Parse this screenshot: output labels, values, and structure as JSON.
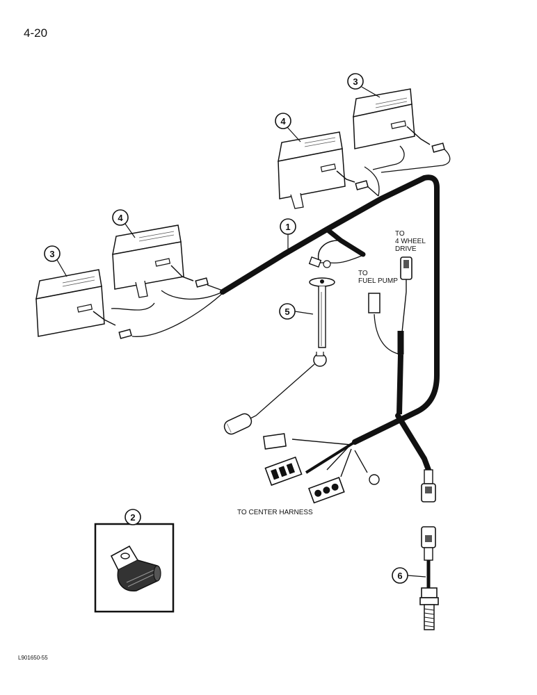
{
  "page": {
    "number": "4-20",
    "code": "L901650-55"
  },
  "callouts": [
    "1",
    "2",
    "3",
    "3",
    "4",
    "4",
    "5",
    "6"
  ],
  "labels": {
    "to_4wd_1": "TO",
    "to_4wd_2": "4 WHEEL",
    "to_4wd_3": "DRIVE",
    "to_fuel_1": "TO",
    "to_fuel_2": "FUEL PUMP",
    "to_center": "TO CENTER HARNESS"
  }
}
